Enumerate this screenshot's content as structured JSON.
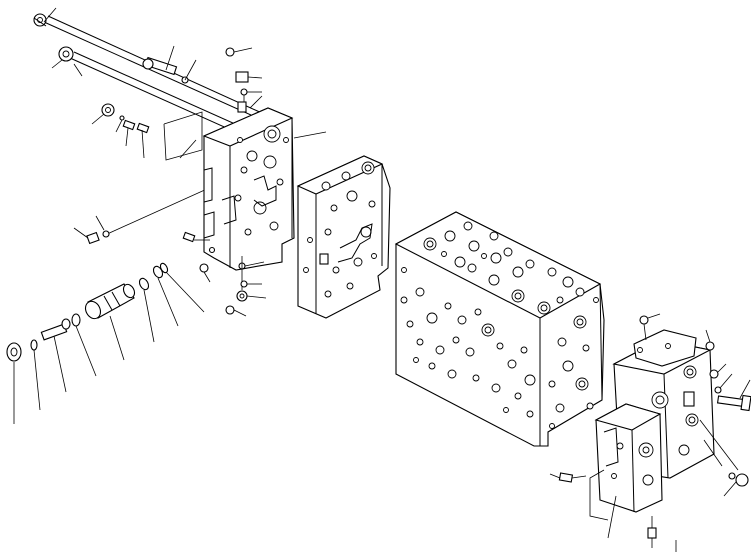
{
  "figure": {
    "kind": "exploded-parts-drawing",
    "colors": {
      "ink": "#000000",
      "background": "#ffffff"
    }
  },
  "parts": [
    {
      "id": "end-plate-left"
    },
    {
      "id": "valve-section-middle"
    },
    {
      "id": "valve-main-block"
    },
    {
      "id": "end-plate-right"
    },
    {
      "id": "spool-assembly"
    },
    {
      "id": "tie-rods"
    },
    {
      "id": "fittings-and-seals"
    }
  ]
}
